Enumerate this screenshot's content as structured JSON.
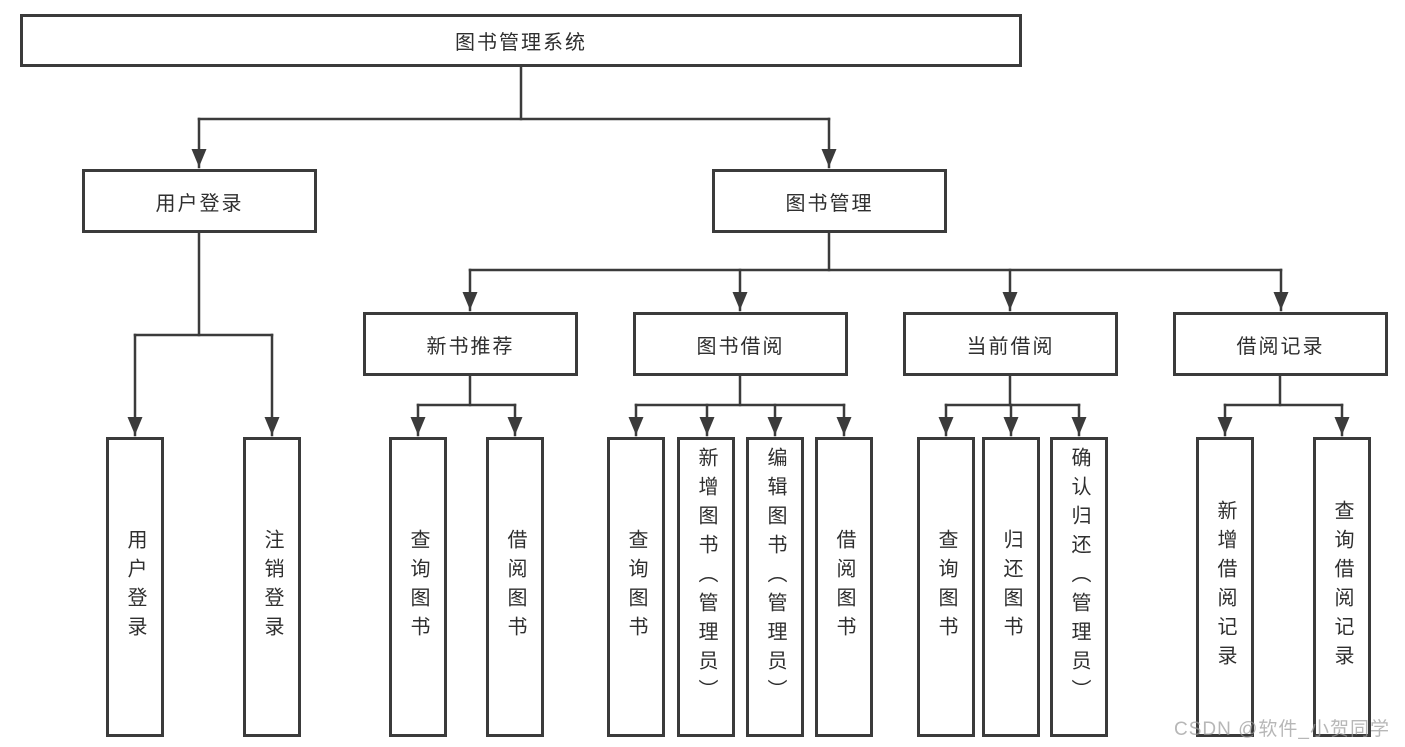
{
  "tree": {
    "root": {
      "label": "图书管理系统",
      "children": [
        {
          "label": "用户登录",
          "children": [
            {
              "label": "用户登录"
            },
            {
              "label": "注销登录"
            }
          ]
        },
        {
          "label": "图书管理",
          "children": [
            {
              "label": "新书推荐",
              "children": [
                {
                  "label": "查询图书"
                },
                {
                  "label": "借阅图书"
                }
              ]
            },
            {
              "label": "图书借阅",
              "children": [
                {
                  "label": "查询图书"
                },
                {
                  "label": "新增图书（管理员）"
                },
                {
                  "label": "编辑图书（管理员）"
                },
                {
                  "label": "借阅图书"
                }
              ]
            },
            {
              "label": "当前借阅",
              "children": [
                {
                  "label": "查询图书"
                },
                {
                  "label": "归还图书"
                },
                {
                  "label": "确认归还（管理员）"
                }
              ]
            },
            {
              "label": "借阅记录",
              "children": [
                {
                  "label": "新增借阅记录"
                },
                {
                  "label": "查询借阅记录"
                }
              ]
            }
          ]
        }
      ]
    }
  },
  "watermark": {
    "text": "CSDN @软件_小贺同学",
    "color": "#bdbdbd"
  },
  "colors": {
    "line": "#3b3b3b",
    "box_border": "#3b3b3b",
    "text": "#2f2f2f",
    "background": "#ffffff"
  }
}
